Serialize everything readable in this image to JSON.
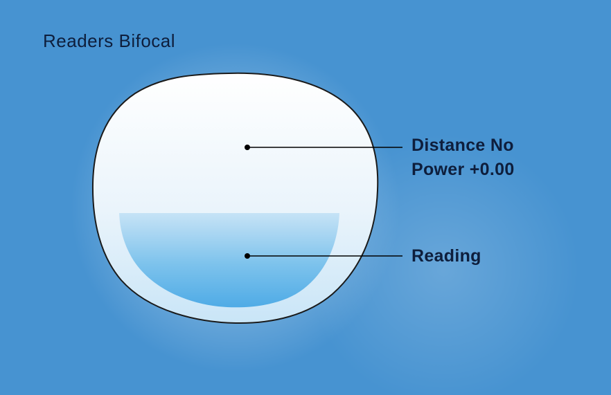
{
  "title": "Readers Bifocal",
  "annotations": {
    "distance": {
      "line1": "Distance No",
      "line2": "Power +0.00"
    },
    "reading": {
      "label": "Reading"
    }
  },
  "icons": {
    "distance_pointer": "callout-line-with-dot",
    "reading_pointer": "callout-line-with-dot"
  },
  "colors": {
    "background": "#4793d1",
    "lens_top": "#ffffff",
    "lens_mid": "#eaf4fb",
    "lens_bottom": "#c9e5f7",
    "segment_top": "#c6e3f6",
    "segment_mid": "#7cc2ec",
    "segment_bottom": "#4fabe6",
    "outline": "#1a1a1a",
    "pointer": "#000000",
    "text": "#0e1e3c"
  }
}
